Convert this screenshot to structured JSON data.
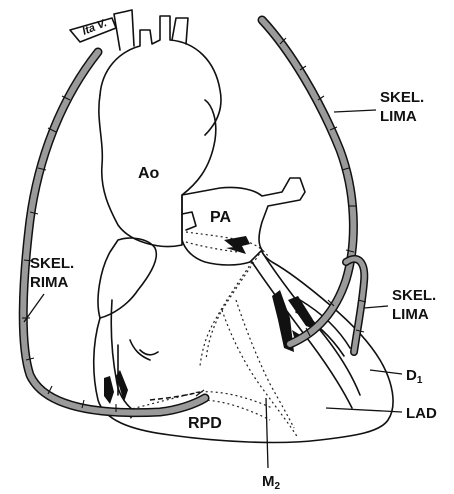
{
  "labels": {
    "ita_v": "Ita V.",
    "skel_lima_top_1": "SKEL.",
    "skel_lima_top_2": "LIMA",
    "ao": "Ao",
    "pa": "PA",
    "skel_rima_1": "SKEL.",
    "skel_rima_2": "RIMA",
    "skel_lima_side_1": "SKEL.",
    "skel_lima_side_2": "LIMA",
    "d1": "D",
    "d1_sub": "1",
    "lad": "LAD",
    "rpd": "RPD",
    "m2": "M",
    "m2_sub": "2"
  },
  "colors": {
    "ink": "#111111",
    "graft_fill": "#9a9a9a",
    "background": "#ffffff"
  }
}
